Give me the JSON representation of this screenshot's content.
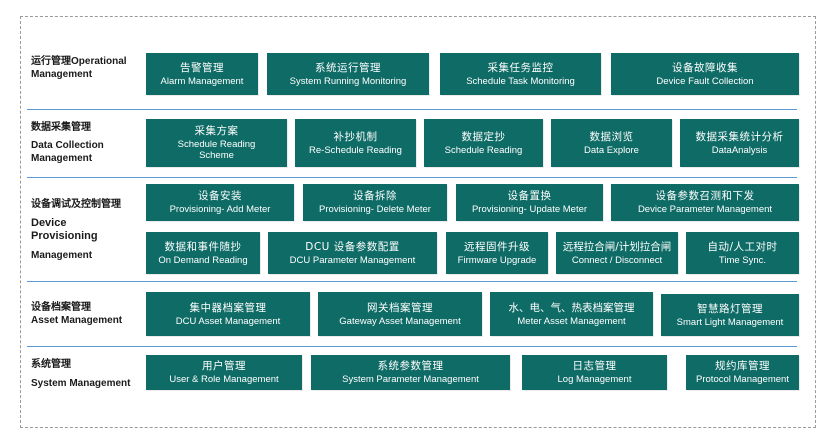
{
  "sections": [
    {
      "label_lines": [
        "运行管理Operational",
        "Management"
      ],
      "rows": [
        [
          {
            "zh": "告警管理",
            "en": "Alarm Management"
          },
          {
            "zh": "系统运行管理",
            "en": "System Running Monitoring"
          },
          {
            "zh": "采集任务监控",
            "en": "Schedule Task Monitoring"
          },
          {
            "zh": "设备故障收集",
            "en": "Device Fault Collection"
          }
        ]
      ]
    },
    {
      "label_lines": [
        "数据采集管理",
        "Data Collection",
        "Management"
      ],
      "rows": [
        [
          {
            "zh": "采集方案",
            "en": "Schedule Reading Scheme"
          },
          {
            "zh": "补抄机制",
            "en": "Re-Schedule Reading"
          },
          {
            "zh": "数据定抄",
            "en": "Schedule Reading"
          },
          {
            "zh": "数据浏览",
            "en": "Data Explore"
          },
          {
            "zh": "数据采集统计分析",
            "en": "DataAnalysis"
          }
        ]
      ]
    },
    {
      "label_lines": [
        "设备调试及控制管理",
        "Device",
        "Provisioning",
        "Management"
      ],
      "rows": [
        [
          {
            "zh": "设备安装",
            "en": "Provisioning- Add Meter"
          },
          {
            "zh": "设备拆除",
            "en": "Provisioning- Delete Meter"
          },
          {
            "zh": "设备置换",
            "en": "Provisioning- Update Meter"
          },
          {
            "zh": "设备参数召测和下发",
            "en": "Device Parameter Management"
          }
        ],
        [
          {
            "zh": "数据和事件随抄",
            "en": "On Demand Reading"
          },
          {
            "zh": "DCU 设备参数配置",
            "en": "DCU Parameter Management"
          },
          {
            "zh": "远程固件升级",
            "en": "Firmware Upgrade"
          },
          {
            "zh": "远程拉合闸/计划拉合闸",
            "en": "Connect / Disconnect"
          },
          {
            "zh": "自动/人工对时",
            "en": "Time Sync."
          }
        ]
      ]
    },
    {
      "label_lines": [
        "设备档案管理",
        "Asset Management"
      ],
      "rows": [
        [
          {
            "zh": "集中器档案管理",
            "en": "DCU Asset Management"
          },
          {
            "zh": "网关档案管理",
            "en": "Gateway Asset Management"
          },
          {
            "zh": "水、电、气、热表档案管理",
            "en": "Meter Asset Management"
          },
          {
            "zh": "智慧路灯管理",
            "en": "Smart Light Management"
          }
        ]
      ]
    },
    {
      "label_lines": [
        "系统管理",
        "System Management"
      ],
      "rows": [
        [
          {
            "zh": "用户管理",
            "en": "User & Role Management"
          },
          {
            "zh": "系统参数管理",
            "en": "System Parameter Management"
          },
          {
            "zh": "日志管理",
            "en": "Log Management"
          },
          {
            "zh": "规约库管理",
            "en": "Protocol Management"
          }
        ]
      ]
    }
  ],
  "colors": {
    "box": "#0e6b66",
    "divider": "#5b9bd5",
    "frame": "#9a9a9a"
  }
}
